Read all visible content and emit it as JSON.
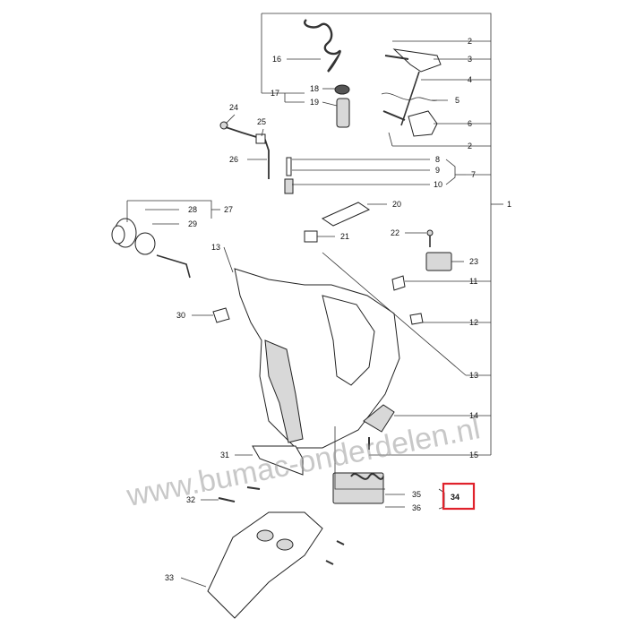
{
  "diagram": {
    "watermark": "www.bumac-onderdelen.nl",
    "highlight_color": "#e0222b",
    "callouts": {
      "c1": "1",
      "c2a": "2",
      "c2b": "2",
      "c3": "3",
      "c4": "4",
      "c5": "5",
      "c6": "6",
      "c7": "7",
      "c8": "8",
      "c9": "9",
      "c10": "10",
      "c11": "11",
      "c12": "12",
      "c13a": "13",
      "c13b": "13",
      "c14": "14",
      "c15": "15",
      "c16": "16",
      "c17": "17",
      "c18": "18",
      "c19": "19",
      "c20": "20",
      "c21": "21",
      "c22": "22",
      "c23": "23",
      "c24": "24",
      "c25": "25",
      "c26": "26",
      "c27": "27",
      "c28": "28",
      "c29": "29",
      "c30": "30",
      "c31": "31",
      "c32": "32",
      "c33": "33",
      "c34": "34",
      "c35": "35",
      "c36": "36"
    }
  }
}
